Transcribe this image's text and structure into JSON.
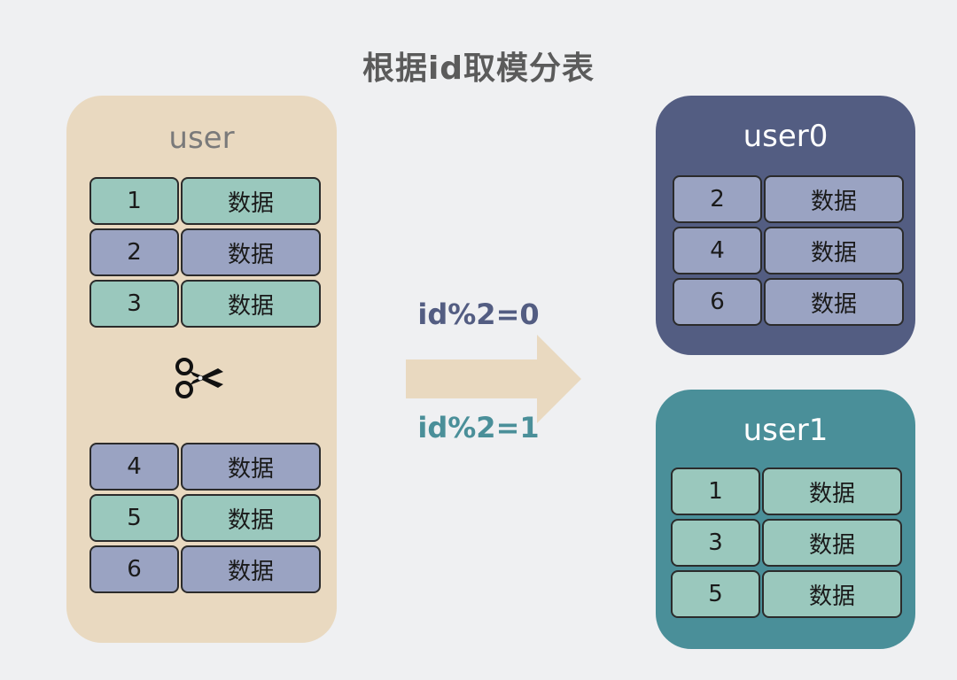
{
  "title": "根据id取模分表",
  "source": {
    "name": "user",
    "groups": [
      [
        {
          "id": "1",
          "value": "数据",
          "color": "green"
        },
        {
          "id": "2",
          "value": "数据",
          "color": "purple"
        },
        {
          "id": "3",
          "value": "数据",
          "color": "green"
        }
      ],
      [
        {
          "id": "4",
          "value": "数据",
          "color": "purple"
        },
        {
          "id": "5",
          "value": "数据",
          "color": "green"
        },
        {
          "id": "6",
          "value": "数据",
          "color": "purple"
        }
      ]
    ]
  },
  "arrow_labels": {
    "even": "id%2=0",
    "odd": "id%2=1"
  },
  "targets": [
    {
      "name": "user0",
      "rows": [
        {
          "id": "2",
          "value": "数据",
          "color": "purple"
        },
        {
          "id": "4",
          "value": "数据",
          "color": "purple"
        },
        {
          "id": "6",
          "value": "数据",
          "color": "purple"
        }
      ]
    },
    {
      "name": "user1",
      "rows": [
        {
          "id": "1",
          "value": "数据",
          "color": "green"
        },
        {
          "id": "3",
          "value": "数据",
          "color": "green"
        },
        {
          "id": "5",
          "value": "数据",
          "color": "green"
        }
      ]
    }
  ],
  "colors": {
    "green": "#9ac8bd",
    "purple": "#9aa3c2",
    "user0": "#535d82",
    "user1": "#4a8f99",
    "source_bg": "#e9d9c0"
  },
  "icons": {
    "cut": "scissors-icon"
  }
}
